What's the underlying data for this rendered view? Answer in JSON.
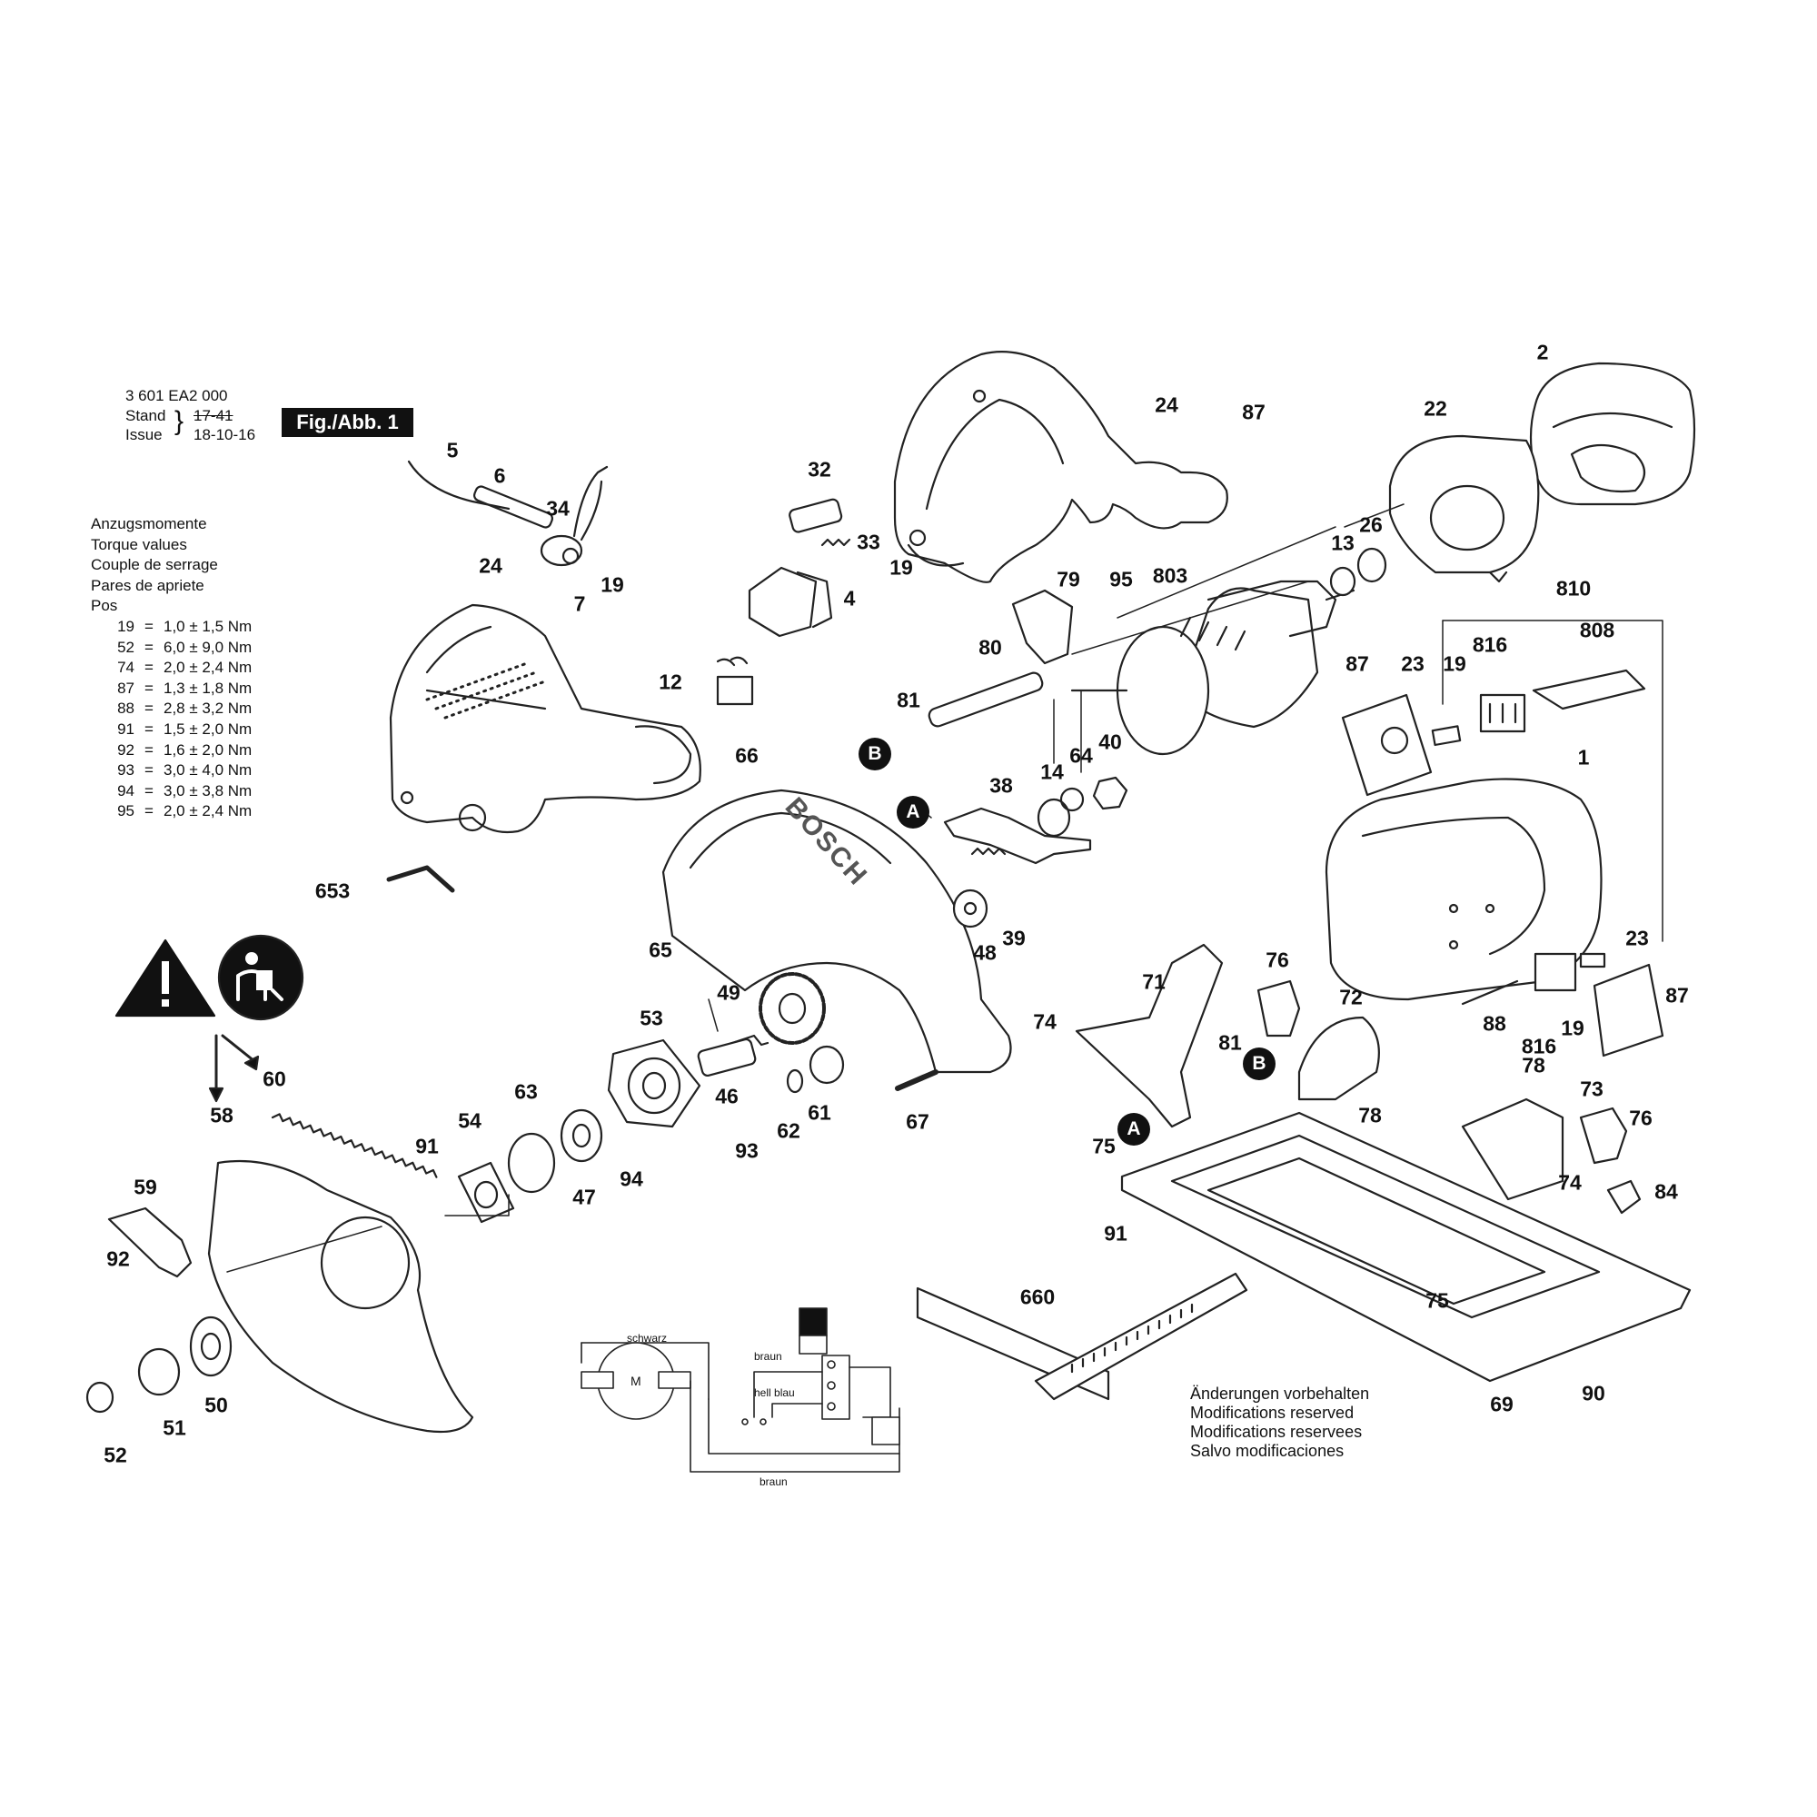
{
  "header": {
    "doc_number": "3 601 EA2 000",
    "stand_label": "Stand",
    "stand_value": "17-41",
    "issue_label": "Issue",
    "issue_value": "18-10-16",
    "figure_label": "Fig./Abb. 1"
  },
  "torque": {
    "titles": [
      "Anzugsmomente",
      "Torque values",
      "Couple de serrage",
      "Pares de apriete",
      "Pos"
    ],
    "rows": [
      {
        "pos": "19",
        "value": "1,0 ± 1,5 Nm"
      },
      {
        "pos": "52",
        "value": "6,0 ± 9,0 Nm"
      },
      {
        "pos": "74",
        "value": "2,0 ± 2,4 Nm"
      },
      {
        "pos": "87",
        "value": "1,3 ± 1,8 Nm"
      },
      {
        "pos": "88",
        "value": "2,8 ± 3,2 Nm"
      },
      {
        "pos": "91",
        "value": "1,5 ± 2,0 Nm"
      },
      {
        "pos": "92",
        "value": "1,6 ± 2,0 Nm"
      },
      {
        "pos": "93",
        "value": "3,0 ± 4,0 Nm"
      },
      {
        "pos": "94",
        "value": "3,0 ± 3,8 Nm"
      },
      {
        "pos": "95",
        "value": "2,0 ± 2,4 Nm"
      }
    ]
  },
  "callouts": [
    "2",
    "24",
    "87",
    "22",
    "32",
    "33",
    "19",
    "4",
    "79",
    "95",
    "803",
    "13",
    "26",
    "810",
    "816",
    "808",
    "87",
    "23",
    "19",
    "1",
    "5",
    "6",
    "34",
    "24",
    "19",
    "7",
    "12",
    "80",
    "81",
    "14",
    "64",
    "40",
    "66",
    "38",
    "65",
    "49",
    "39",
    "48",
    "53",
    "46",
    "62",
    "61",
    "67",
    "93",
    "54",
    "63",
    "47",
    "94",
    "91",
    "60",
    "58",
    "59",
    "92",
    "52",
    "51",
    "50",
    "653",
    "71",
    "76",
    "72",
    "74",
    "81",
    "75",
    "78",
    "73",
    "76",
    "74",
    "84",
    "91",
    "660",
    "75",
    "69",
    "90",
    "23",
    "87",
    "88",
    "816",
    "19",
    "78"
  ],
  "ref_markers": [
    "A",
    "B",
    "A",
    "B"
  ],
  "wiring": {
    "labels": [
      "schwarz",
      "braun",
      "hell blau",
      "braun"
    ],
    "motor_label": "M"
  },
  "notes": [
    "Änderungen vorbehalten",
    "Modifications reserved",
    "Modifications reservees",
    "Salvo modificaciones"
  ],
  "guard_brand": "BOSCH"
}
